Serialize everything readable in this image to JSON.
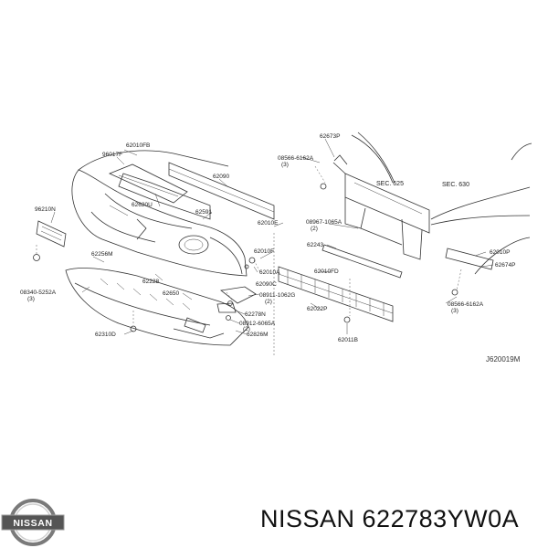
{
  "diagram": {
    "reference_code": "J620019M",
    "sections": [
      "SEC. 625",
      "SEC. 630"
    ],
    "parts": [
      {
        "id": "p1",
        "label": "62010FB"
      },
      {
        "id": "p2",
        "label": "96017F"
      },
      {
        "id": "p3",
        "label": "62090"
      },
      {
        "id": "p4",
        "label": "62673P"
      },
      {
        "id": "p5",
        "label": "08566-6162A"
      },
      {
        "id": "p6",
        "label": "(3)"
      },
      {
        "id": "p7",
        "label": "96210N"
      },
      {
        "id": "p8",
        "label": "62620U"
      },
      {
        "id": "p9",
        "label": "62591"
      },
      {
        "id": "p10",
        "label": "62010E"
      },
      {
        "id": "p11",
        "label": "08967-1065A"
      },
      {
        "id": "p12",
        "label": "(2)"
      },
      {
        "id": "p13",
        "label": "62243"
      },
      {
        "id": "p14",
        "label": "62010F"
      },
      {
        "id": "p15",
        "label": "62256M"
      },
      {
        "id": "p16",
        "label": "62010A"
      },
      {
        "id": "p17",
        "label": "62010FD"
      },
      {
        "id": "p18",
        "label": "62010P"
      },
      {
        "id": "p19",
        "label": "62674P"
      },
      {
        "id": "p20",
        "label": "62228"
      },
      {
        "id": "p21",
        "label": "62090C"
      },
      {
        "id": "p22",
        "label": "08340-5252A"
      },
      {
        "id": "p23",
        "label": "(3)"
      },
      {
        "id": "p24",
        "label": "62650"
      },
      {
        "id": "p25",
        "label": "08911-1062G"
      },
      {
        "id": "p26",
        "label": "(2)"
      },
      {
        "id": "p27",
        "label": "62022P"
      },
      {
        "id": "p28",
        "label": "08566-6162A"
      },
      {
        "id": "p29",
        "label": "(3)"
      },
      {
        "id": "p30",
        "label": "62278N"
      },
      {
        "id": "p31",
        "label": "08912-6065A"
      },
      {
        "id": "p32",
        "label": "(2)"
      },
      {
        "id": "p33",
        "label": "62310D"
      },
      {
        "id": "p34",
        "label": "62826M"
      },
      {
        "id": "p35",
        "label": "62011B"
      }
    ]
  },
  "brand": {
    "logo_text": "NISSAN",
    "name": "NISSAN",
    "part_number": "622783YW0A"
  }
}
